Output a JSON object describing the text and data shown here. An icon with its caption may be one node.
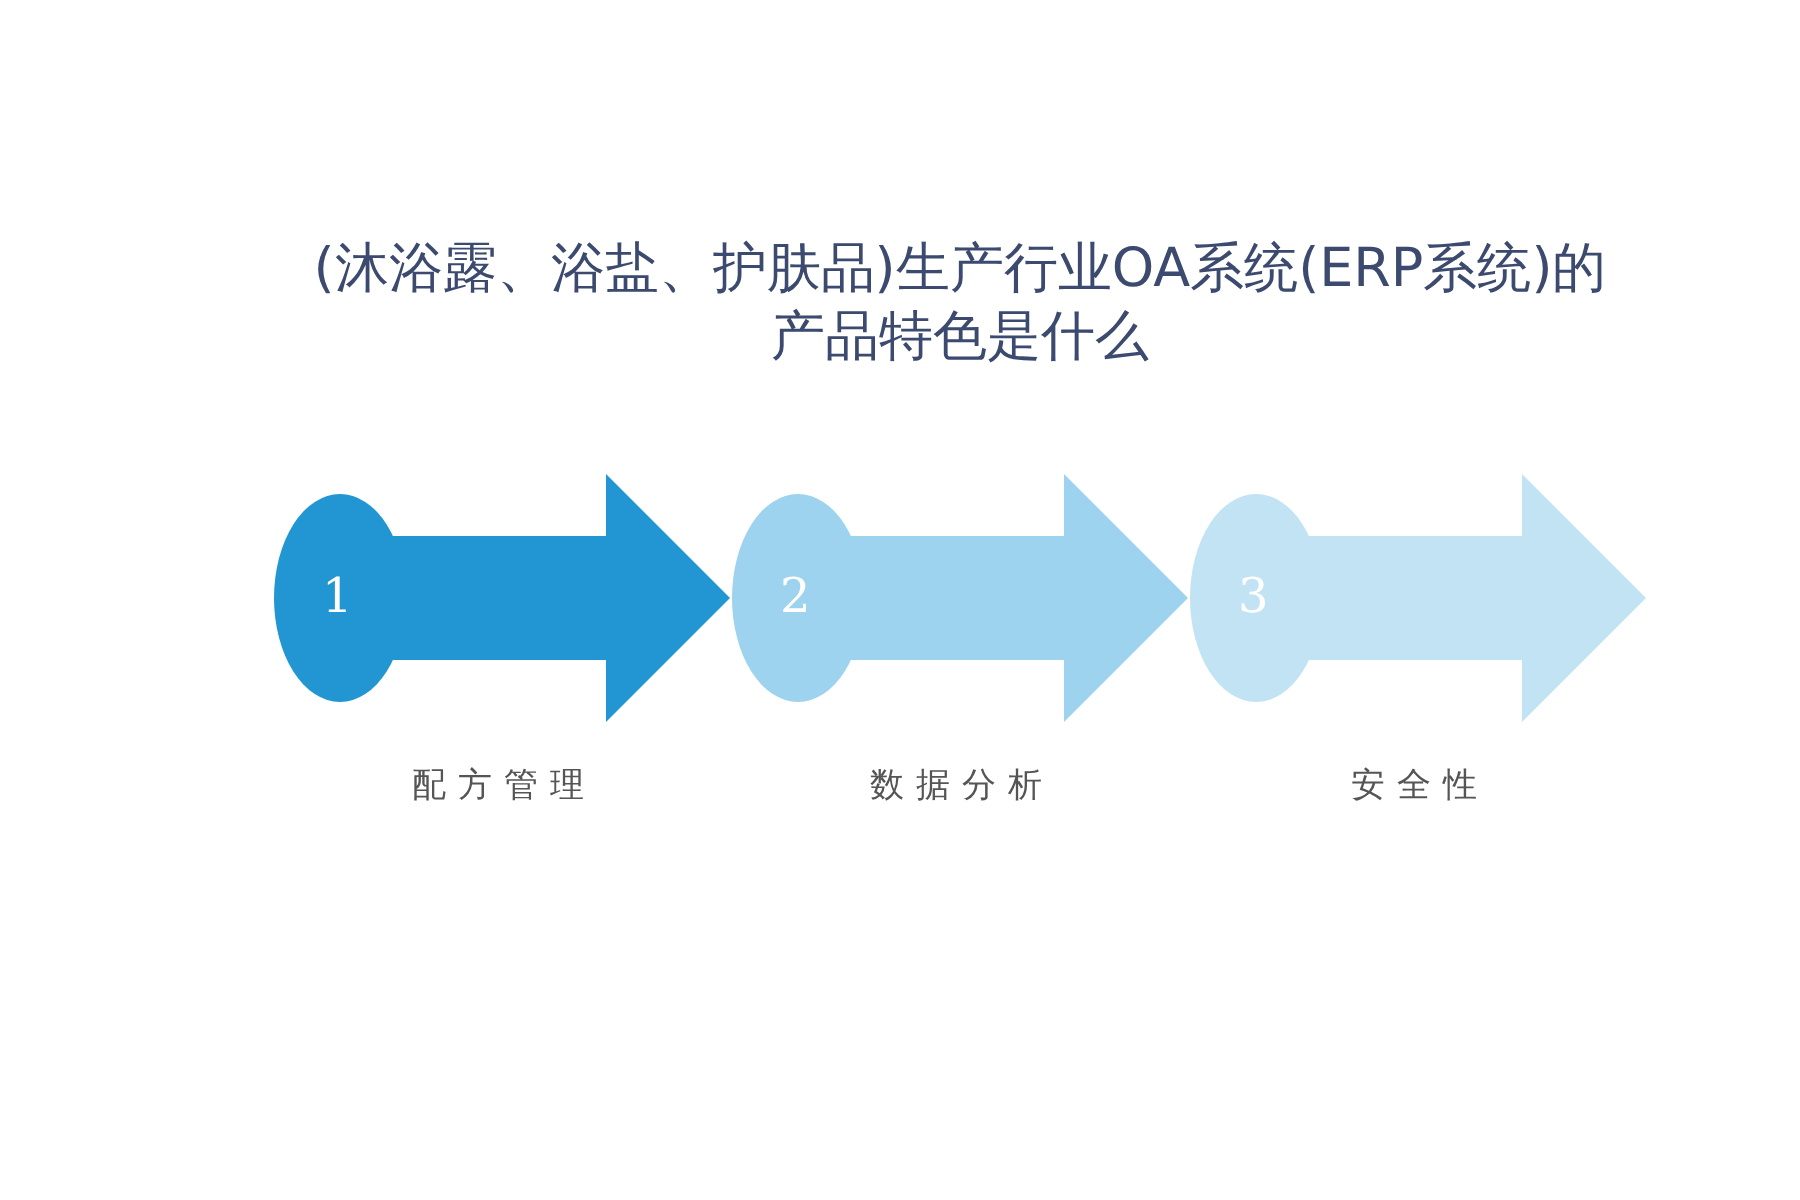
{
  "diagram": {
    "title": "(沐浴露、浴盐、护肤品)生产行业OA系统(ERP系统)的产品特色是什么",
    "nodes": [
      {
        "text": [
          "1"
        ],
        "beside": [
          "配方管理"
        ]
      },
      {
        "text": [
          "2"
        ],
        "beside": [
          "数据分析"
        ]
      },
      {
        "text": [
          "3"
        ],
        "beside": [
          "安全性"
        ]
      }
    ]
  }
}
